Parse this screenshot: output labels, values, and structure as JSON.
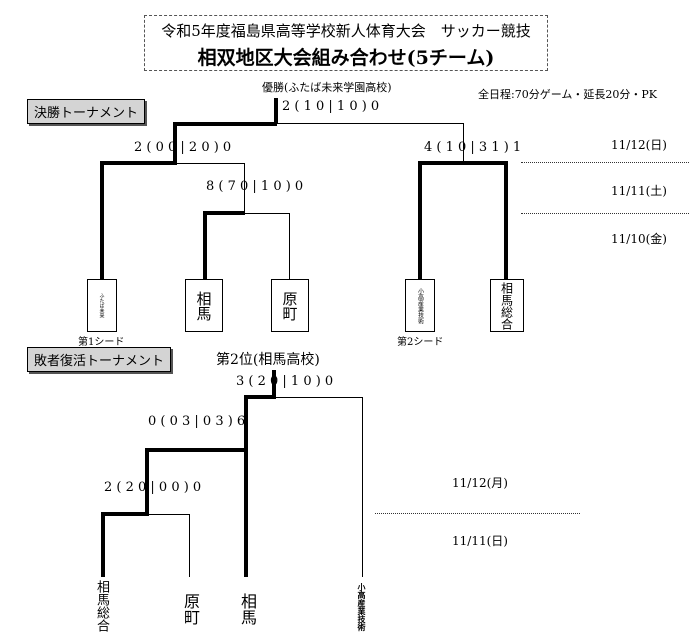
{
  "header": {
    "title_line1": "令和5年度福島県高等学校新人体育大会　サッカー競技",
    "title_line2": "相双地区大会組み合わせ(5チーム)"
  },
  "winner_label": "優勝(ふたば未来学園高校)",
  "schedule_note": "全日程:70分ゲーム・延長20分・PK",
  "final_tournament": {
    "label": "決勝トーナメント",
    "final_score": "2 ( 1 0 | 1 0 ) 0",
    "semi_left_score": "2 ( 0 0 | 2 0 ) 0",
    "semi_right_score": "4 ( 1 0 | 3 1 ) 1",
    "quarter_score": "8 ( 7 0 | 1 0 ) 0",
    "teams": [
      {
        "name": "ふたば未来",
        "seed": "第1シード"
      },
      {
        "name": "相馬",
        "seed": ""
      },
      {
        "name": "原町",
        "seed": ""
      },
      {
        "name": "小高産業技術",
        "seed": "第2シード"
      },
      {
        "name": "相馬総合",
        "seed": ""
      }
    ],
    "dates": [
      "11/12(日)",
      "11/11(土)",
      "11/10(金)"
    ]
  },
  "consolation_tournament": {
    "label": "敗者復活トーナメント",
    "second_place_label": "第2位(相馬高校)",
    "final_score": "3 ( 2 0 | 1 0 ) 0",
    "semi_score": "0 ( 0 3 | 0 3 ) 6",
    "first_score": "2 ( 2 0 | 0 0 ) 0",
    "teams": [
      "相馬総合",
      "原町",
      "相馬",
      "小高産業技術"
    ],
    "dates": [
      "11/12(月)",
      "11/11(日)"
    ]
  }
}
